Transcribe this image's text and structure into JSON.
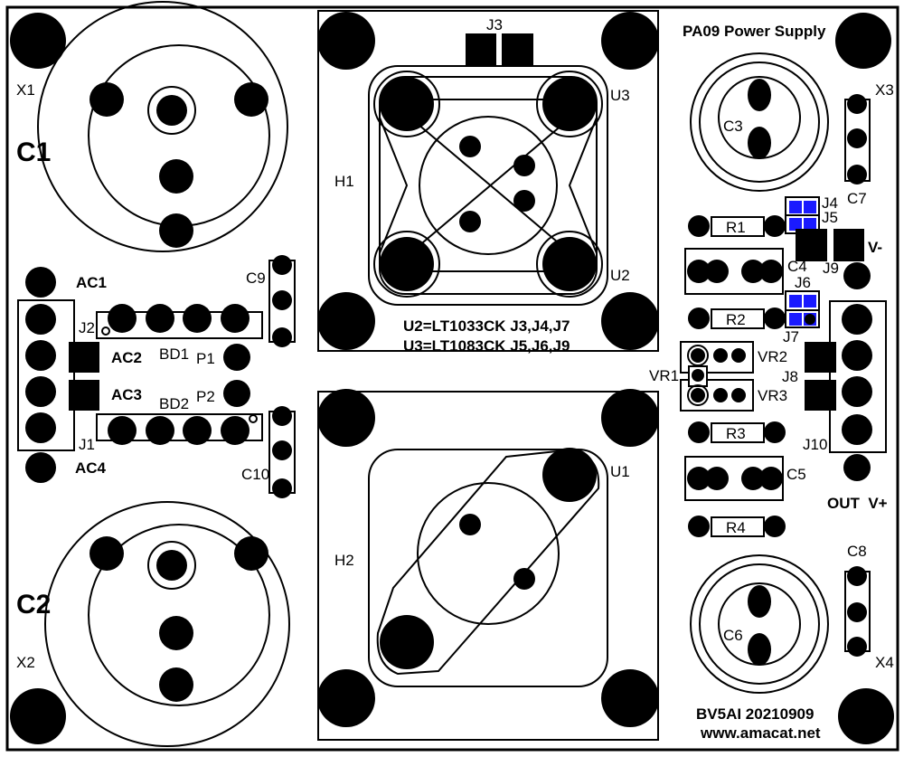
{
  "board": {
    "title": "PA09 Power Supply",
    "author_date": "BV5AI 20210909",
    "website": "www.amacat.net",
    "note_line1": "U2=LT1033CK  J3,J4,J7",
    "note_line2": "U3=LT1083CK  J5,J6,J9",
    "colors": {
      "silk": "#000000",
      "board": "#ffffff",
      "jumper_pad": "#1a1aff"
    }
  },
  "labels": {
    "X1": "X1",
    "X2": "X2",
    "X3": "X3",
    "X4": "X4",
    "C1": "C1",
    "C2": "C2",
    "C3": "C3",
    "C4": "C4",
    "C5": "C5",
    "C6": "C6",
    "C7": "C7",
    "C8": "C8",
    "C9": "C9",
    "C10": "C10",
    "AC1": "AC1",
    "AC2": "AC2",
    "AC3": "AC3",
    "AC4": "AC4",
    "J1": "J1",
    "J2": "J2",
    "J3": "J3",
    "J4": "J4",
    "J5": "J5",
    "J6": "J6",
    "J7": "J7",
    "J8": "J8",
    "J9": "J9",
    "J10": "J10",
    "BD1": "BD1",
    "BD2": "BD2",
    "P1": "P1",
    "P2": "P2",
    "H1": "H1",
    "H2": "H2",
    "U1": "U1",
    "U2": "U2",
    "U3": "U3",
    "R1": "R1",
    "R2": "R2",
    "R3": "R3",
    "R4": "R4",
    "VR1": "VR1",
    "VR2": "VR2",
    "VR3": "VR3",
    "Vminus": "V-",
    "OUTVplus": "OUT  V+"
  }
}
